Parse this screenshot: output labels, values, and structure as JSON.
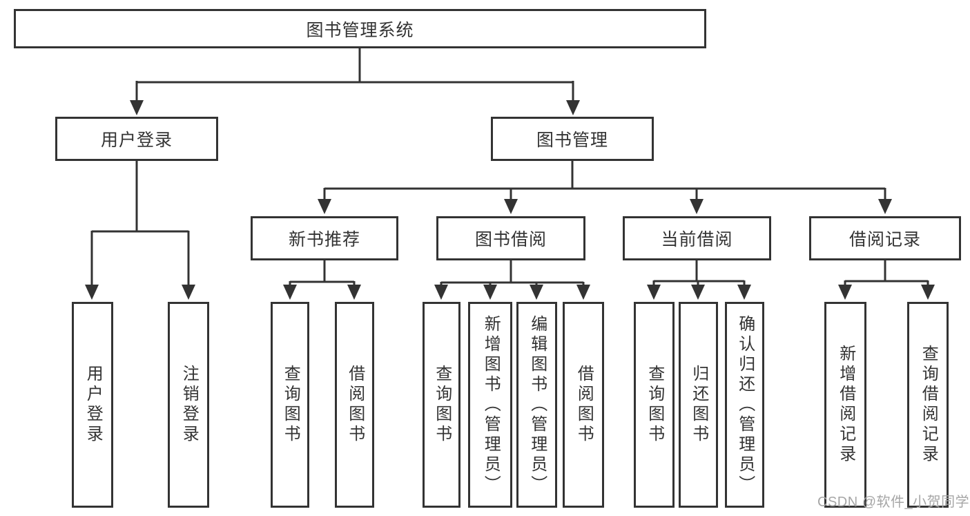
{
  "diagram": {
    "title_node": {
      "label": "图书管理系统"
    },
    "level1": [
      {
        "label": "用户登录",
        "children": [
          {
            "label": "用户登录"
          },
          {
            "label": "注销登录"
          }
        ]
      },
      {
        "label": "图书管理",
        "children": [
          {
            "label": "新书推荐",
            "children": [
              {
                "label": "查询图书"
              },
              {
                "label": "借阅图书"
              }
            ]
          },
          {
            "label": "图书借阅",
            "children": [
              {
                "label": "查询图书"
              },
              {
                "label": "新增图书（管理员）"
              },
              {
                "label": "编辑图书（管理员）"
              },
              {
                "label": "借阅图书"
              }
            ]
          },
          {
            "label": "当前借阅",
            "children": [
              {
                "label": "查询图书"
              },
              {
                "label": "归还图书"
              },
              {
                "label": "确认归还（管理员）"
              }
            ]
          },
          {
            "label": "借阅记录",
            "children": [
              {
                "label": "新增借阅记录"
              },
              {
                "label": "查询借阅记录"
              }
            ]
          }
        ]
      }
    ]
  },
  "watermark": {
    "text": "CSDN @软件_小贺同学"
  },
  "colors": {
    "line": "#333333",
    "text": "#333333",
    "watermark": "#a6a6a6",
    "background": "#ffffff"
  }
}
